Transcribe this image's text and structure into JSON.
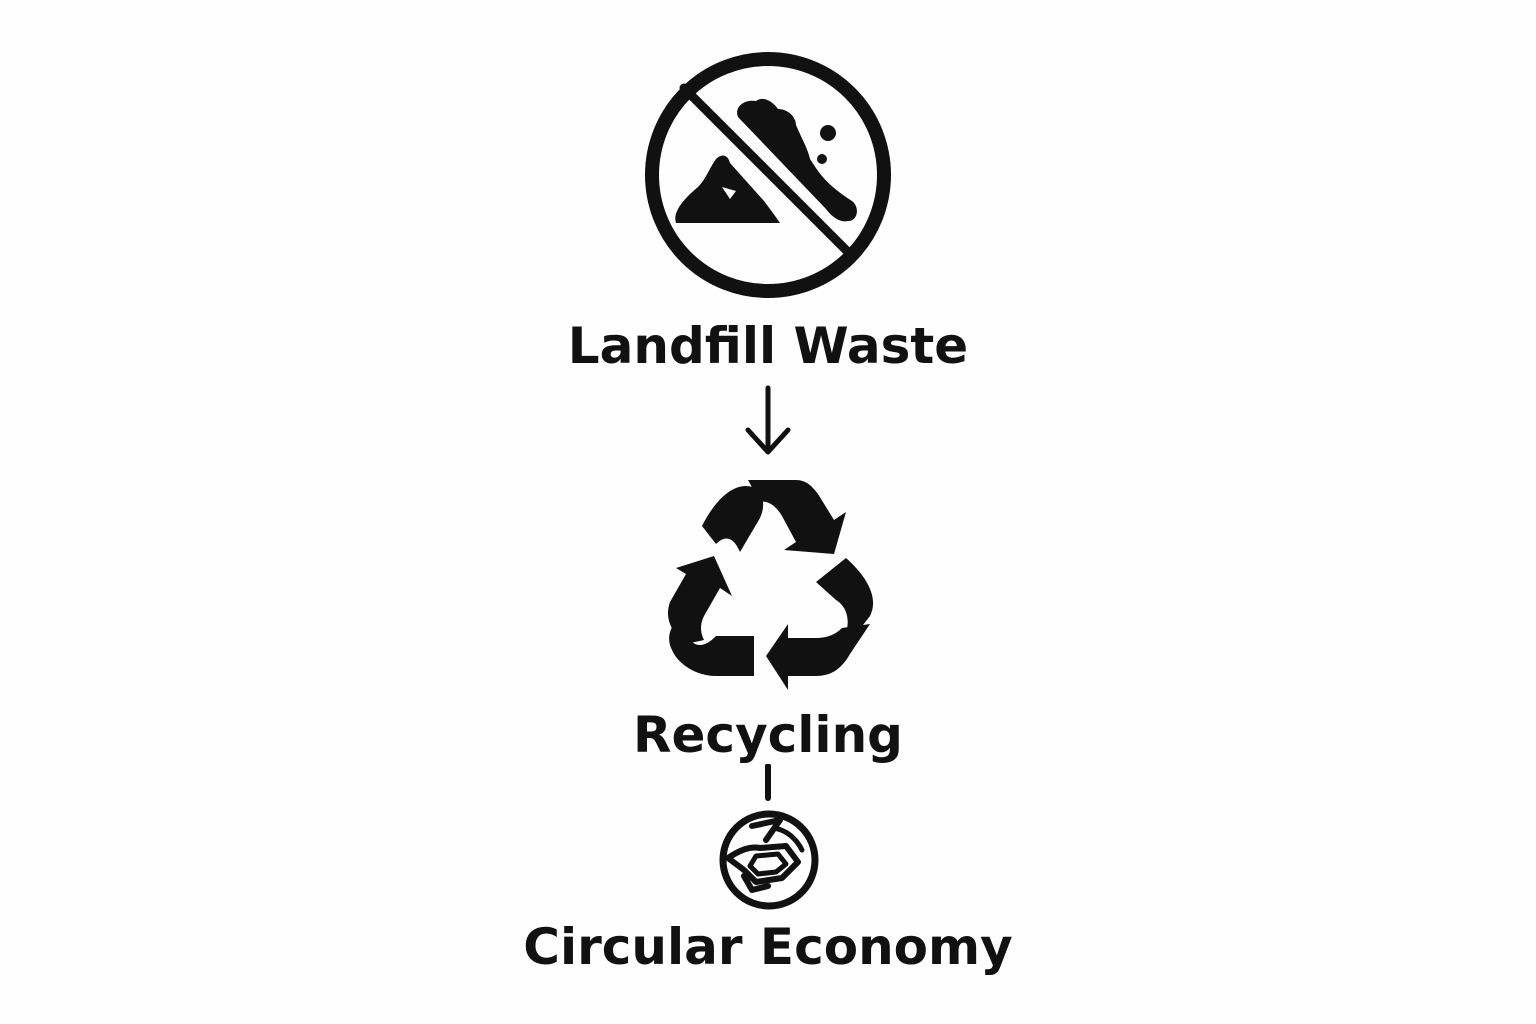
{
  "colors": {
    "ink": "#111111",
    "background": "#fefefe"
  },
  "stages": [
    {
      "label": "Landfill Waste",
      "icon": "no-landfill-icon"
    },
    {
      "label": "Recycling",
      "icon": "recycling-icon"
    },
    {
      "label": "Circular Economy",
      "icon": "circular-economy-icon"
    }
  ],
  "connectors": [
    {
      "from": "Landfill Waste",
      "to": "Recycling",
      "style": "arrow-down"
    },
    {
      "from": "Recycling",
      "to": "Circular Economy",
      "style": "line"
    }
  ]
}
